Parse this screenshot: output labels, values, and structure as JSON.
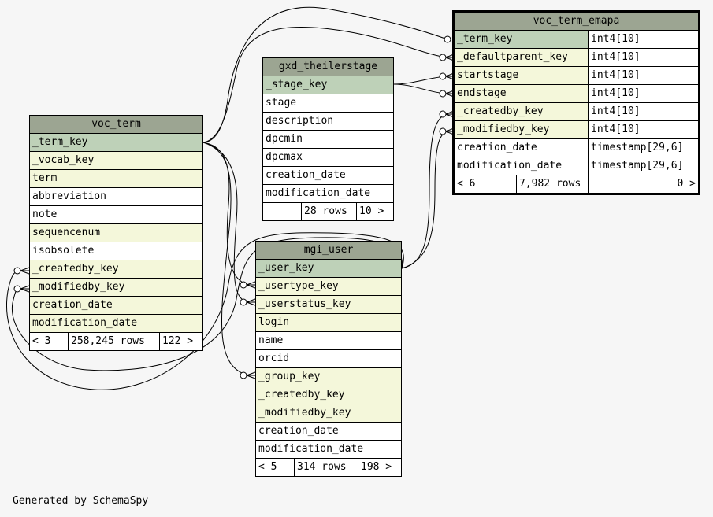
{
  "tables": {
    "voc_term": {
      "name": "voc_term",
      "columns": [
        {
          "name": "_term_key",
          "kind": "pk"
        },
        {
          "name": "_vocab_key",
          "kind": "fk"
        },
        {
          "name": "term",
          "kind": "fk"
        },
        {
          "name": "abbreviation",
          "kind": "plain"
        },
        {
          "name": "note",
          "kind": "plain"
        },
        {
          "name": "sequencenum",
          "kind": "fk"
        },
        {
          "name": "isobsolete",
          "kind": "plain"
        },
        {
          "name": "_createdby_key",
          "kind": "fk"
        },
        {
          "name": "_modifiedby_key",
          "kind": "fk"
        },
        {
          "name": "creation_date",
          "kind": "fk"
        },
        {
          "name": "modification_date",
          "kind": "fk"
        }
      ],
      "footer": {
        "parents": "< 3",
        "rows": "258,245 rows",
        "children": "122 >"
      }
    },
    "gxd_theilerstage": {
      "name": "gxd_theilerstage",
      "columns": [
        {
          "name": "_stage_key",
          "kind": "pk"
        },
        {
          "name": "stage",
          "kind": "plain"
        },
        {
          "name": "description",
          "kind": "plain"
        },
        {
          "name": "dpcmin",
          "kind": "plain"
        },
        {
          "name": "dpcmax",
          "kind": "plain"
        },
        {
          "name": "creation_date",
          "kind": "plain"
        },
        {
          "name": "modification_date",
          "kind": "plain"
        }
      ],
      "footer": {
        "parents": "",
        "rows": "28 rows",
        "children": "10 >"
      }
    },
    "voc_term_emapa": {
      "name": "voc_term_emapa",
      "columns": [
        {
          "name": "_term_key",
          "type": "int4[10]",
          "kind": "pk"
        },
        {
          "name": "_defaultparent_key",
          "type": "int4[10]",
          "kind": "fk"
        },
        {
          "name": "startstage",
          "type": "int4[10]",
          "kind": "fk"
        },
        {
          "name": "endstage",
          "type": "int4[10]",
          "kind": "fk"
        },
        {
          "name": "_createdby_key",
          "type": "int4[10]",
          "kind": "fk"
        },
        {
          "name": "_modifiedby_key",
          "type": "int4[10]",
          "kind": "fk"
        },
        {
          "name": "creation_date",
          "type": "timestamp[29,6]",
          "kind": "plain"
        },
        {
          "name": "modification_date",
          "type": "timestamp[29,6]",
          "kind": "plain"
        }
      ],
      "footer": {
        "parents": "< 6",
        "rows": "7,982 rows",
        "children": "0 >"
      }
    },
    "mgi_user": {
      "name": "mgi_user",
      "columns": [
        {
          "name": "_user_key",
          "kind": "pk"
        },
        {
          "name": "_usertype_key",
          "kind": "fk"
        },
        {
          "name": "_userstatus_key",
          "kind": "fk"
        },
        {
          "name": "login",
          "kind": "fk"
        },
        {
          "name": "name",
          "kind": "plain"
        },
        {
          "name": "orcid",
          "kind": "plain"
        },
        {
          "name": "_group_key",
          "kind": "fk"
        },
        {
          "name": "_createdby_key",
          "kind": "fk"
        },
        {
          "name": "_modifiedby_key",
          "kind": "fk"
        },
        {
          "name": "creation_date",
          "kind": "plain"
        },
        {
          "name": "modification_date",
          "kind": "plain"
        }
      ],
      "footer": {
        "parents": "< 5",
        "rows": "314 rows",
        "children": "198 >"
      }
    }
  },
  "generated_by": "Generated by SchemaSpy"
}
